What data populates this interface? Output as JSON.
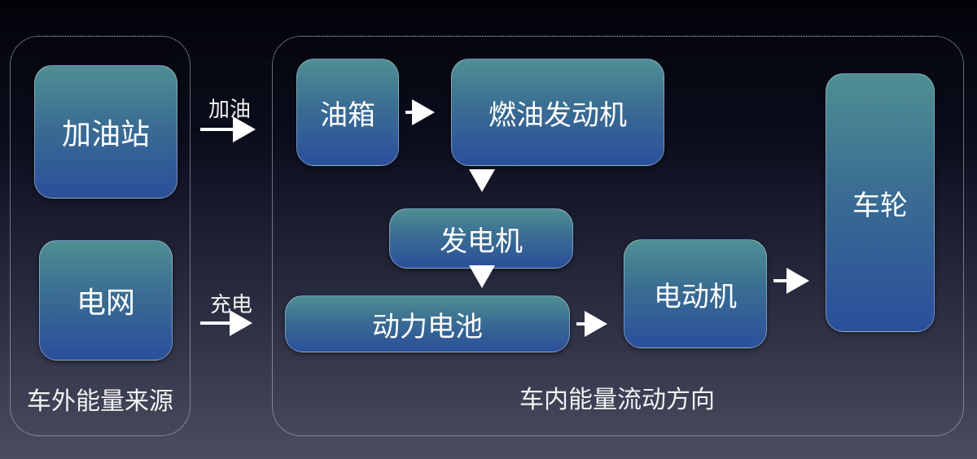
{
  "groups": {
    "external": {
      "label": "车外能量来源"
    },
    "internal": {
      "label": "车内能量流动方向"
    }
  },
  "nodes": {
    "gas_station": "加油站",
    "grid": "电网",
    "fuel_tank": "油箱",
    "engine": "燃油发动机",
    "generator": "发电机",
    "battery": "动力电池",
    "motor": "电动机",
    "wheels": "车轮"
  },
  "edges": {
    "refuel": "加油",
    "charge": "充电"
  },
  "colors": {
    "node_top": "#4f8f93",
    "node_bottom": "#2a4f9b",
    "arrow": "#ffffff"
  }
}
